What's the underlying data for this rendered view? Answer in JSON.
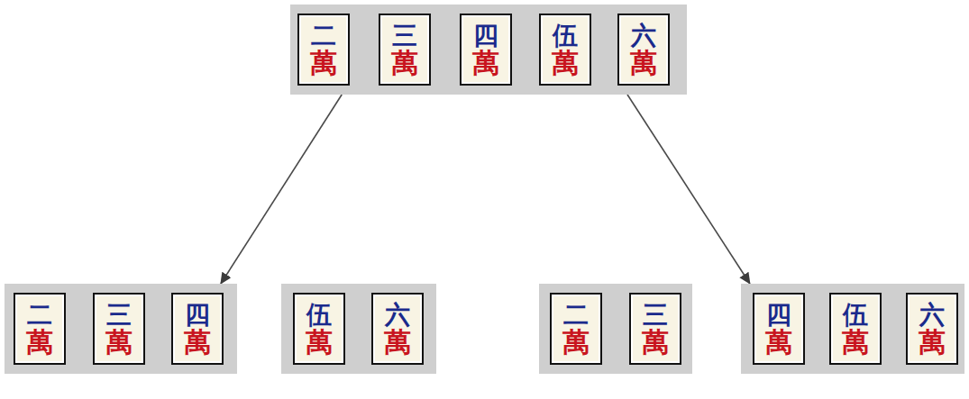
{
  "diagram": {
    "nodes": [
      {
        "text": []
      },
      {
        "text": [
          "二",
          "萬"
        ],
        "in": 0
      },
      {
        "text": [
          "三",
          "萬"
        ],
        "in": 0
      },
      {
        "text": [
          "四",
          "萬"
        ],
        "in": 0
      },
      {
        "text": [
          "伍",
          "萬"
        ],
        "in": 0
      },
      {
        "text": [
          "六",
          "萬"
        ],
        "in": 0
      },
      {
        "text": []
      },
      {
        "text": [
          "二",
          "萬"
        ],
        "in": 6
      },
      {
        "text": [
          "三",
          "萬"
        ],
        "in": 6
      },
      {
        "text": [
          "四",
          "萬"
        ],
        "in": 6
      },
      {
        "text": []
      },
      {
        "text": [
          "伍",
          "萬"
        ],
        "in": 10
      },
      {
        "text": [
          "六",
          "萬"
        ],
        "in": 10
      },
      {
        "text": []
      },
      {
        "text": [
          "二",
          "萬"
        ],
        "in": 13
      },
      {
        "text": [
          "三",
          "萬"
        ],
        "in": 13
      },
      {
        "text": []
      },
      {
        "text": [
          "四",
          "萬"
        ],
        "in": 16
      },
      {
        "text": [
          "伍",
          "萬"
        ],
        "in": 16
      },
      {
        "text": [
          "六",
          "萬"
        ],
        "in": 16
      }
    ],
    "edges": [
      {
        "from": 0,
        "to": 6,
        "arrow": "to"
      },
      {
        "from": 0,
        "to": 16,
        "arrow": "to"
      }
    ]
  }
}
